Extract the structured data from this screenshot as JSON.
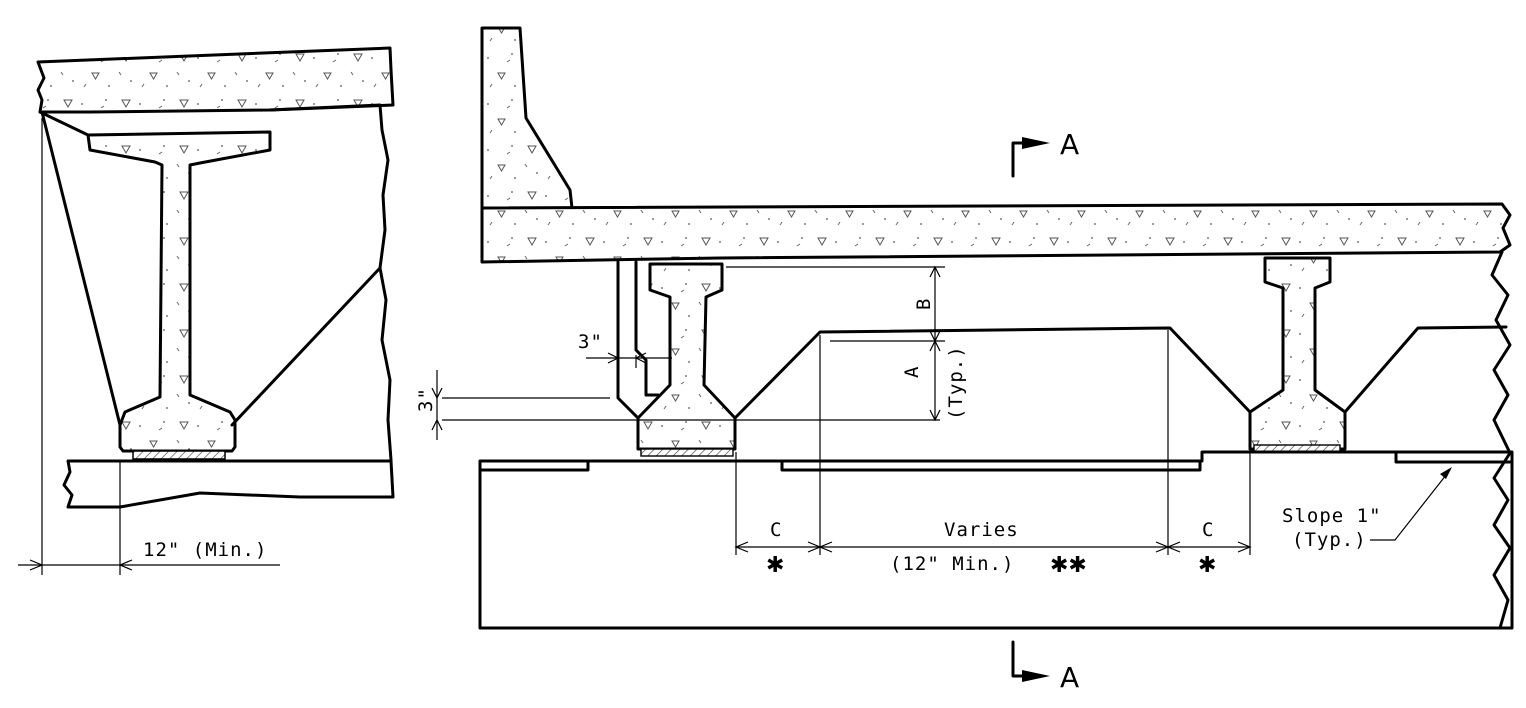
{
  "labels": {
    "min_12_left": "12\" (Min.)",
    "three_in_horizontal": "3\"",
    "three_in_vertical": "3\"",
    "dim_b": "B",
    "dim_a": "A",
    "typ_vertical": "(Typ.)",
    "dim_c_left": "C",
    "dim_c_right": "C",
    "varies": "Varies",
    "min_12_center": "(12\" Min.)",
    "double_star": "✱✱",
    "star_left": "✱",
    "star_right": "✱",
    "slope": "Slope 1\"",
    "slope_typ": "(Typ.)",
    "section_top": "A",
    "section_bottom": "A"
  }
}
